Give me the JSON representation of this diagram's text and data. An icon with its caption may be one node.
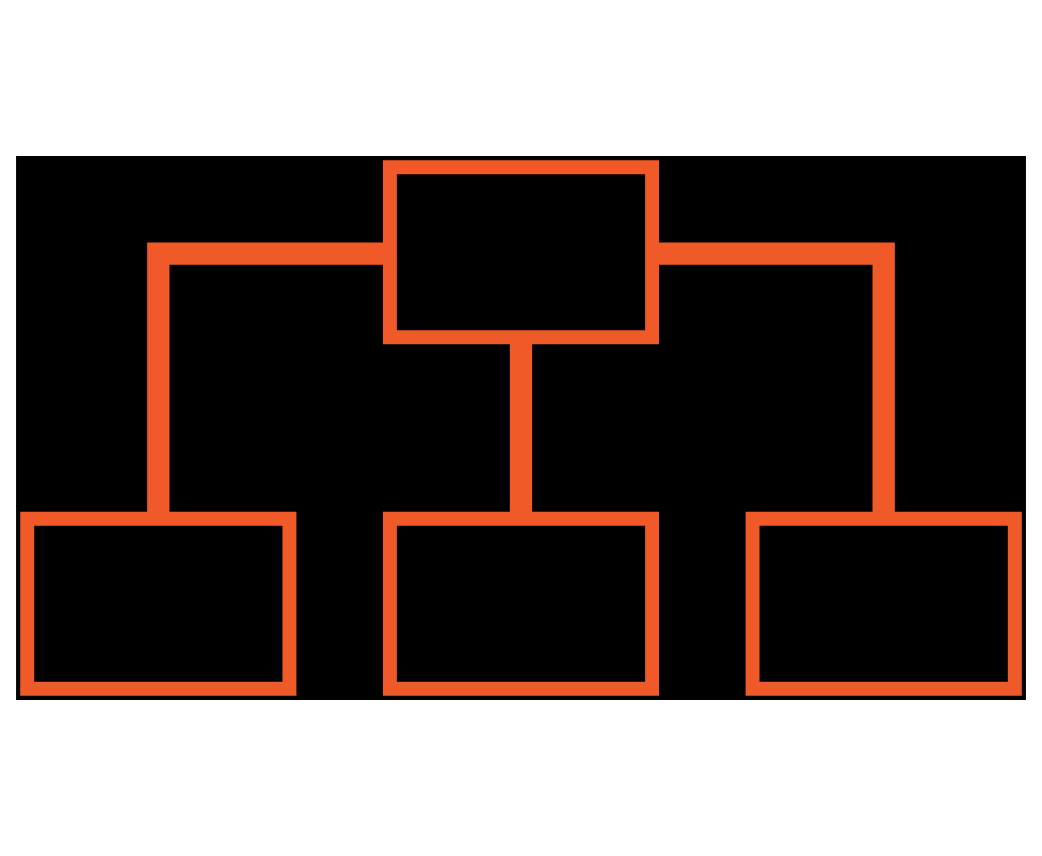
{
  "diagram": {
    "nodes": [
      {
        "text": [],
        "shape": "box"
      },
      {
        "text": [],
        "shape": "box"
      },
      {
        "text": [],
        "shape": "box"
      },
      {
        "text": [],
        "shape": "box"
      }
    ],
    "edges": [
      {
        "from": 0,
        "to": 1,
        "arrow": "none"
      },
      {
        "from": 0,
        "to": 2,
        "arrow": "none"
      },
      {
        "from": 0,
        "to": 3,
        "arrow": "none"
      }
    ]
  }
}
